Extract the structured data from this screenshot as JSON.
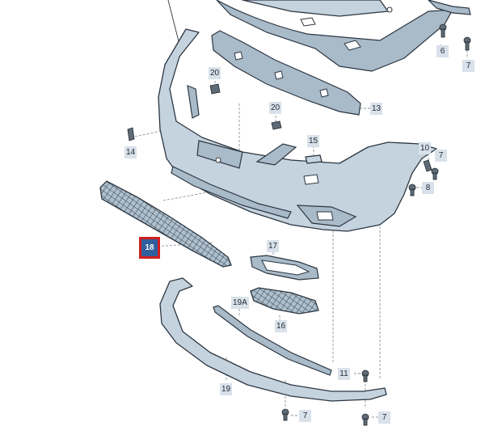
{
  "callouts": {
    "c20a": "20",
    "c20b": "20",
    "c13": "13",
    "c14": "14",
    "c15": "15",
    "c10": "10",
    "c7a": "7",
    "c8": "8",
    "c6": "6",
    "c7top": "7",
    "c18": "18",
    "c17": "17",
    "c19a": "19A",
    "c16": "16",
    "c11": "11",
    "c19": "19",
    "c7b": "7",
    "c7c": "7"
  },
  "colors": {
    "part_fill": "#c5d3df",
    "callout_bg": "#d9e1ea",
    "highlight_bg": "#2f5f9e",
    "highlight_border": "#d21f1f"
  },
  "highlighted_part": "18"
}
